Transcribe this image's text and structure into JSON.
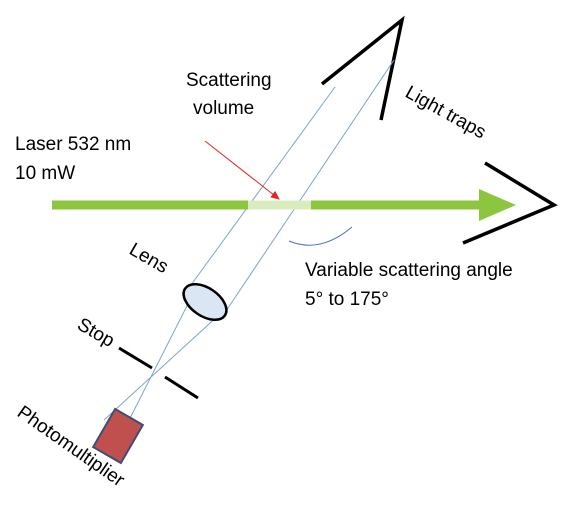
{
  "diagram": {
    "labels": {
      "laser_line1": "Laser 532 nm",
      "laser_line2": "10 mW",
      "scattering_line1": "Scattering",
      "scattering_line2": "volume",
      "light_traps": "Light traps",
      "variable_angle_line1": "Variable scattering angle",
      "variable_angle_line2": "5° to 175°",
      "lens": "Lens",
      "stop": "Stop",
      "photomultiplier": "Photomultiplier"
    },
    "colors": {
      "laser_beam": "#8cc63f",
      "scattering_volume": "#d9ecc0",
      "optical_path": "#7fa3cf",
      "pointer_arrow": "#e8231f",
      "angle_arc": "#4472c4",
      "lens_fill": "#dbe6f4",
      "photomultiplier_fill": "#c0504d",
      "photomultiplier_border": "#3c4d7d",
      "traps_and_stop": "#000000"
    }
  }
}
